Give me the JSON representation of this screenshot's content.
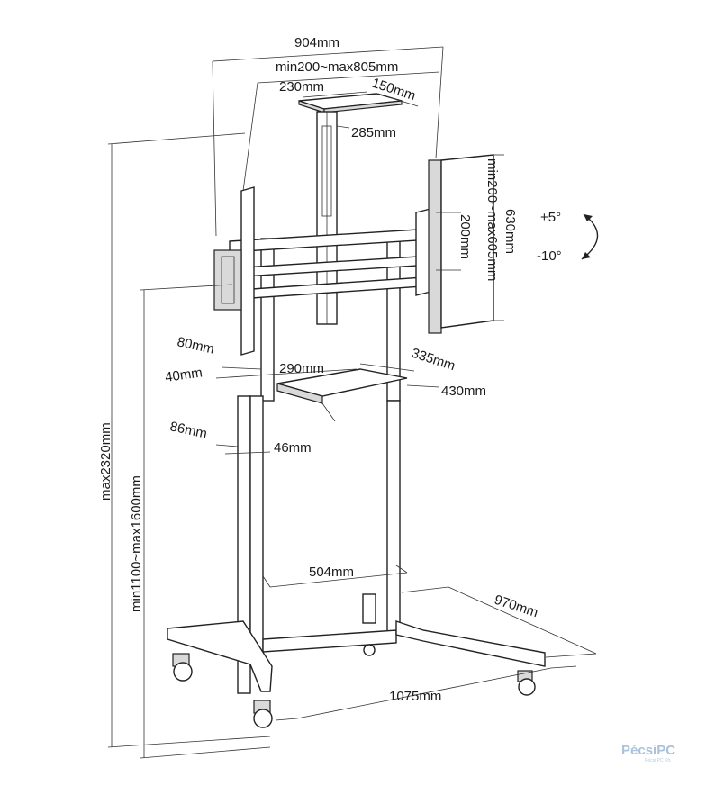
{
  "dimensions": {
    "total_width": "904mm",
    "vesa_width_range": "min200~max805mm",
    "top_shelf_width": "230mm",
    "top_shelf_depth": "150mm",
    "top_shelf_offset": "285mm",
    "vesa_height_range": "min200~max605mm",
    "panel_height": "630mm",
    "bracket_height": "200mm",
    "tilt_up": "+5°",
    "tilt_down": "-10°",
    "column_80": "80mm",
    "column_40": "40mm",
    "shelf_width": "290mm",
    "shelf_depth": "335mm",
    "shelf_length": "430mm",
    "leg_86": "86mm",
    "leg_46": "46mm",
    "max_height": "max2320mm",
    "height_range": "min1100~max1600mm",
    "base_inner": "504mm",
    "base_depth": "970mm",
    "base_width": "1075mm"
  },
  "logo": {
    "brand": "PécsiPC",
    "sub": "Pécsi PC Kft."
  }
}
